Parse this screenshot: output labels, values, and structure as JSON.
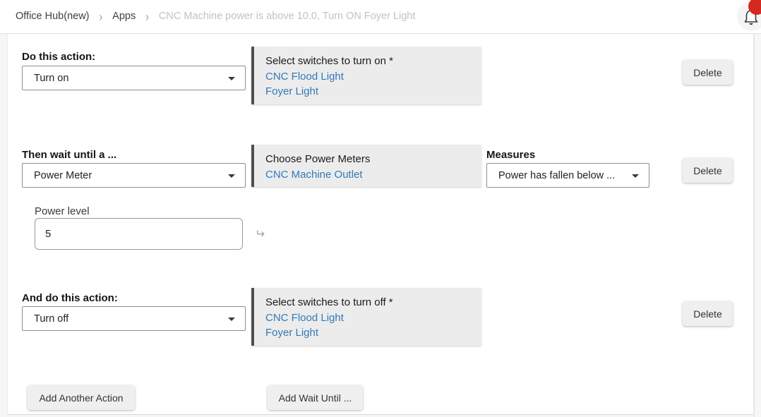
{
  "header": {
    "breadcrumb": {
      "item1": "Office Hub(new)",
      "item2": "Apps",
      "current": "CNC Machine power is above 10.0, Turn ON Foyer Light",
      "separator": "›"
    }
  },
  "colors": {
    "link_blue": "#337ab7",
    "panel_gray": "#ececec",
    "panel_border_gray": "#4f4f4f",
    "badge_red": "#d5281e"
  },
  "sections": {
    "do_action": {
      "label": "Do this action:",
      "dropdown_value": "Turn on",
      "panel_title": "Select switches to turn on *",
      "links": [
        "CNC Flood Light",
        "Foyer Light"
      ],
      "delete_label": "Delete"
    },
    "wait_until": {
      "label": "Then wait until a ...",
      "dropdown_value": "Power Meter",
      "panel_title": "Choose Power Meters",
      "links": [
        "CNC Machine Outlet"
      ],
      "measures_label": "Measures",
      "measures_value": "Power has fallen below ...",
      "delete_label": "Delete",
      "power_level_label": "Power level",
      "power_level_value": "5",
      "enter_hint_glyph": "↵"
    },
    "and_do_action": {
      "label": "And do this action:",
      "dropdown_value": "Turn off",
      "panel_title": "Select switches to turn off *",
      "links": [
        "CNC Flood Light",
        "Foyer Light"
      ],
      "delete_label": "Delete"
    }
  },
  "footer": {
    "add_action_label": "Add Another Action",
    "add_wait_label": "Add Wait Until ..."
  }
}
